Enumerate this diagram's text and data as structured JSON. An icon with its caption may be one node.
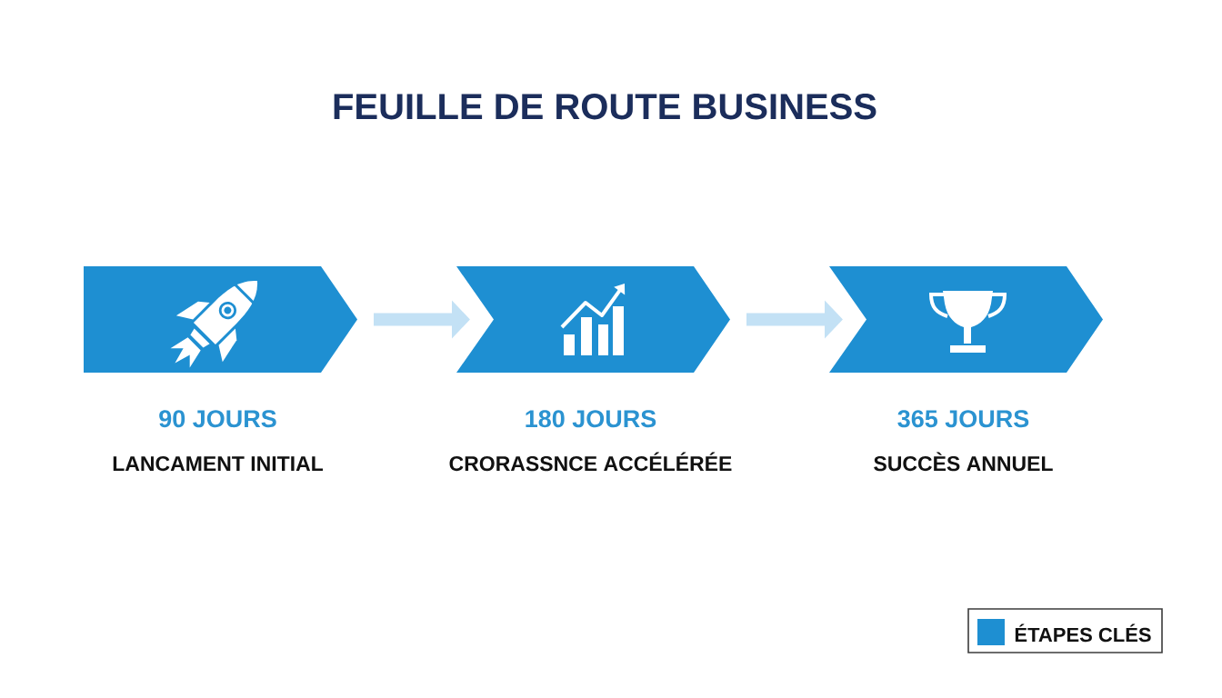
{
  "diagram": {
    "title": "FEUILLE DE ROUTE BUSINESS",
    "nodes": [
      {
        "text": [],
        "shape": "chevron",
        "beside": [
          "90 JOURS",
          "LANCAMENT INITIAL"
        ]
      },
      {
        "text": [],
        "shape": "chevron",
        "beside": [
          "180 JOURS",
          "CRORASSNCE ACCÉLÉRÉE"
        ]
      },
      {
        "text": [],
        "shape": "chevron",
        "beside": [
          "365 JOURS",
          "SUCCÈS ANNUEL"
        ]
      }
    ],
    "edges": [
      {
        "from": 0,
        "to": 1,
        "arrow": "to"
      },
      {
        "from": 1,
        "to": 2,
        "arrow": "to"
      }
    ],
    "legend": [
      {
        "text": "ÉTAPES CLÉS",
        "color": "#1e8fd2"
      }
    ]
  }
}
